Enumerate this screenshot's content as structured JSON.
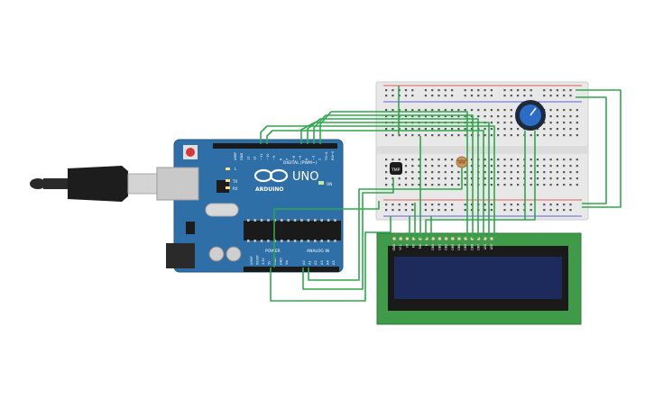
{
  "arduino": {
    "brand": "ARDUINO",
    "model": "UNO",
    "digital_header_label": "DIGITAL (PWM~)",
    "power_header_label": "POWER",
    "analog_header_label": "ANALOG IN",
    "on_label": "ON",
    "tx_label": "TX",
    "rx_label": "RX",
    "l_label": "L",
    "analog_pins": [
      "A0",
      "A1",
      "A2",
      "A3",
      "A4",
      "A5"
    ],
    "power_pins": [
      "IOREF",
      "RESET",
      "3.3V",
      "5V",
      "GND",
      "GND",
      "Vin"
    ],
    "digital_pins": [
      "AREF",
      "GND",
      "13",
      "12",
      "~11",
      "~10",
      "~9",
      "8",
      "7",
      "~6",
      "~5",
      "4",
      "~3",
      "2",
      "TX→1",
      "RX←0"
    ]
  },
  "sensors": {
    "temperature_label": "TMP"
  },
  "lcd": {
    "pin_labels": [
      "GND",
      "VCC",
      "V0",
      "RS",
      "RW",
      "E",
      "DB0",
      "DB1",
      "DB2",
      "DB3",
      "DB4",
      "DB5",
      "DB6",
      "DB7",
      "LED",
      "LED"
    ]
  },
  "colors": {
    "board": "#2f6fa8",
    "wire": "#2ea84a",
    "lcd_pcb": "#3f9a4a",
    "lcd_screen": "#1c2a5c",
    "breadboard": "#e8e8e8"
  }
}
